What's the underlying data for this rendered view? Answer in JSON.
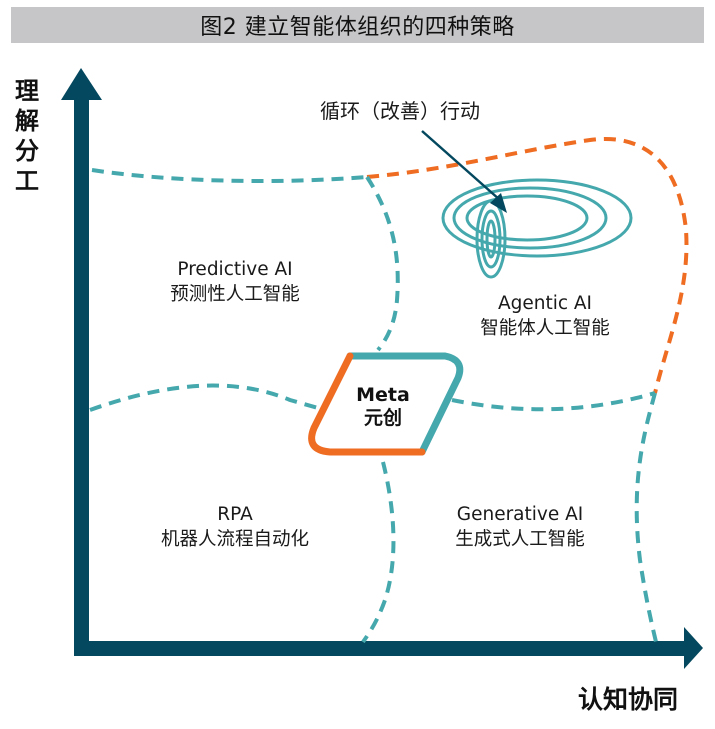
{
  "title": "图2 建立智能体组织的四种策略",
  "axes": {
    "y_label": [
      "理",
      "解",
      "分",
      "工"
    ],
    "x_label": "认知协同"
  },
  "quadrants": {
    "predictive": {
      "en": "Predictive AI",
      "zh": "预测性人工智能"
    },
    "agentic": {
      "en": "Agentic AI",
      "zh": "智能体人工智能"
    },
    "rpa": {
      "en": "RPA",
      "zh": "机器人流程自动化"
    },
    "generative": {
      "en": "Generative AI",
      "zh": "生成式人工智能"
    }
  },
  "center": {
    "en": "Meta",
    "zh": "元创"
  },
  "annotation": "循环（改善）行动",
  "colors": {
    "axis": "#03485e",
    "teal": "#45a8ad",
    "orange": "#ef6c23",
    "title_bg": "#c6c6c8"
  }
}
